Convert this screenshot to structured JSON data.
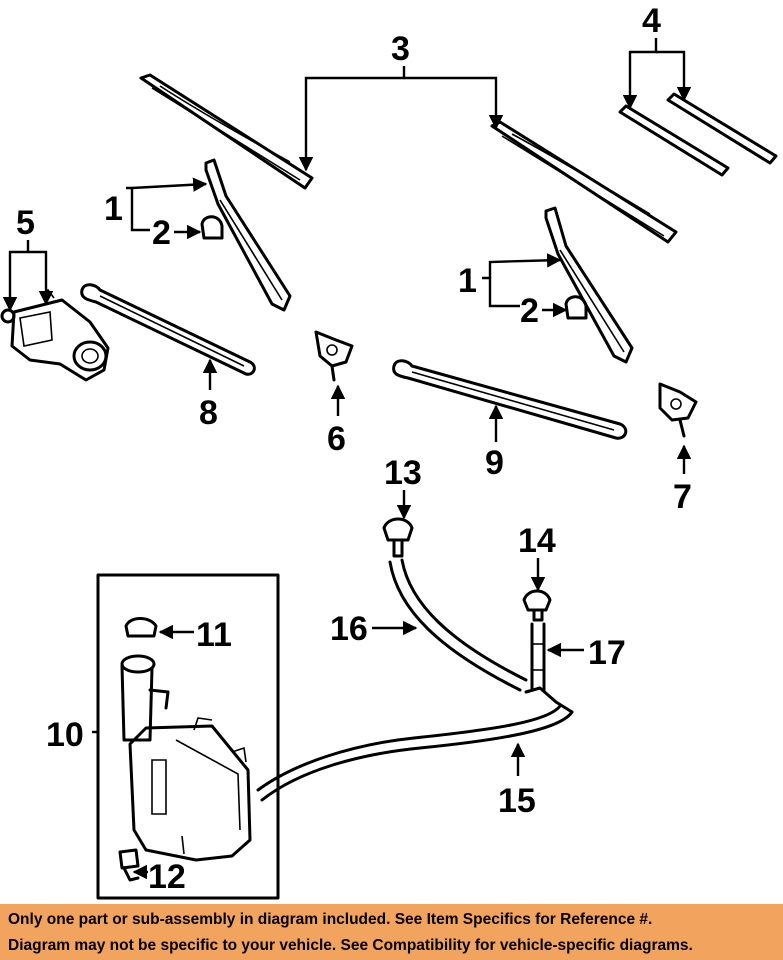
{
  "callouts": {
    "c1a": "1",
    "c1b": "1",
    "c2a": "2",
    "c2b": "2",
    "c3": "3",
    "c4": "4",
    "c5": "5",
    "c6": "6",
    "c7": "7",
    "c8": "8",
    "c9": "9",
    "c10": "10",
    "c11": "11",
    "c12": "12",
    "c13": "13",
    "c14": "14",
    "c15": "15",
    "c16": "16",
    "c17": "17"
  },
  "footer": {
    "line1": "Only one part or sub-assembly in diagram included. See Item Specifics for Reference #.",
    "line2": "Diagram may not be specific to your vehicle. See Compatibility for vehicle-specific diagrams."
  },
  "colors": {
    "footer_bg": "#f2a35d",
    "ink": "#000000"
  }
}
